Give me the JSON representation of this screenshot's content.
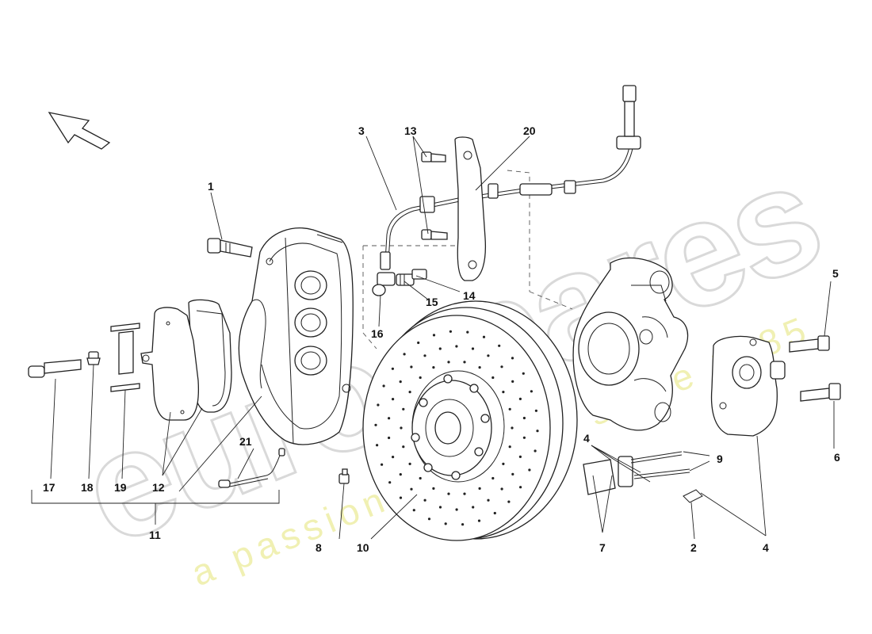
{
  "watermark": {
    "logo_text": "eurospares",
    "tagline": "a passion for parts since 1985",
    "colors": {
      "logo": "#d9d9d9",
      "tagline": "#ecec9a"
    }
  },
  "callouts": {
    "c1": "1",
    "c2": "2",
    "c3": "3",
    "c4a": "4",
    "c4b": "4",
    "c5": "5",
    "c6": "6",
    "c7": "7",
    "c8": "8",
    "c9": "9",
    "c10": "10",
    "c11": "11",
    "c12": "12",
    "c13": "13",
    "c14": "14",
    "c15": "15",
    "c16": "16",
    "c17": "17",
    "c18": "18",
    "c19": "19",
    "c20": "20",
    "c21": "21"
  },
  "icons": {
    "direction": "direction-arrow-icon"
  },
  "colors": {
    "line": "#222222",
    "background": "#ffffff"
  }
}
